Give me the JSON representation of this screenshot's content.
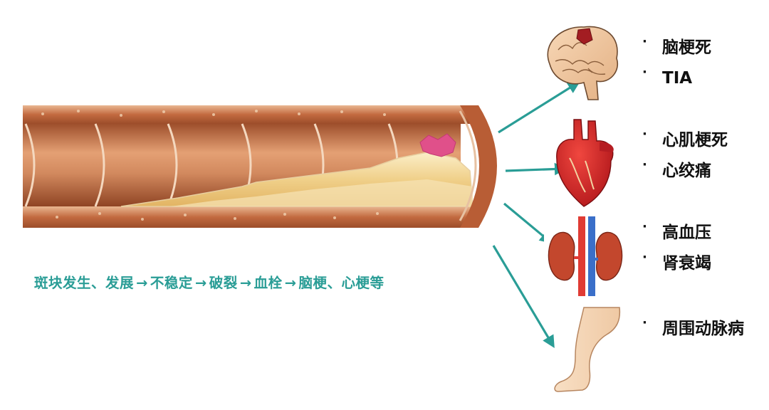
{
  "progression": {
    "stages": [
      "斑块发生、发展",
      "不稳定",
      "破裂",
      "血栓",
      "脑梗、心梗等"
    ],
    "arrow": "→"
  },
  "outcomes": {
    "brain": [
      "脑梗死",
      "TIA"
    ],
    "heart": [
      "心肌梗死",
      "心绞痛"
    ],
    "kidney": [
      "高血压",
      "肾衰竭"
    ],
    "leg": [
      "周围动脉病"
    ]
  },
  "bullet": "·",
  "colors": {
    "arrow": "#2a9d96",
    "vessel_wall": "#c9714a",
    "lumen": "#d98b5e",
    "plaque": "#f2d79a",
    "thrombus": "#e0508a"
  },
  "icons": [
    "brain-icon",
    "heart-icon",
    "kidney-icon",
    "leg-icon"
  ]
}
